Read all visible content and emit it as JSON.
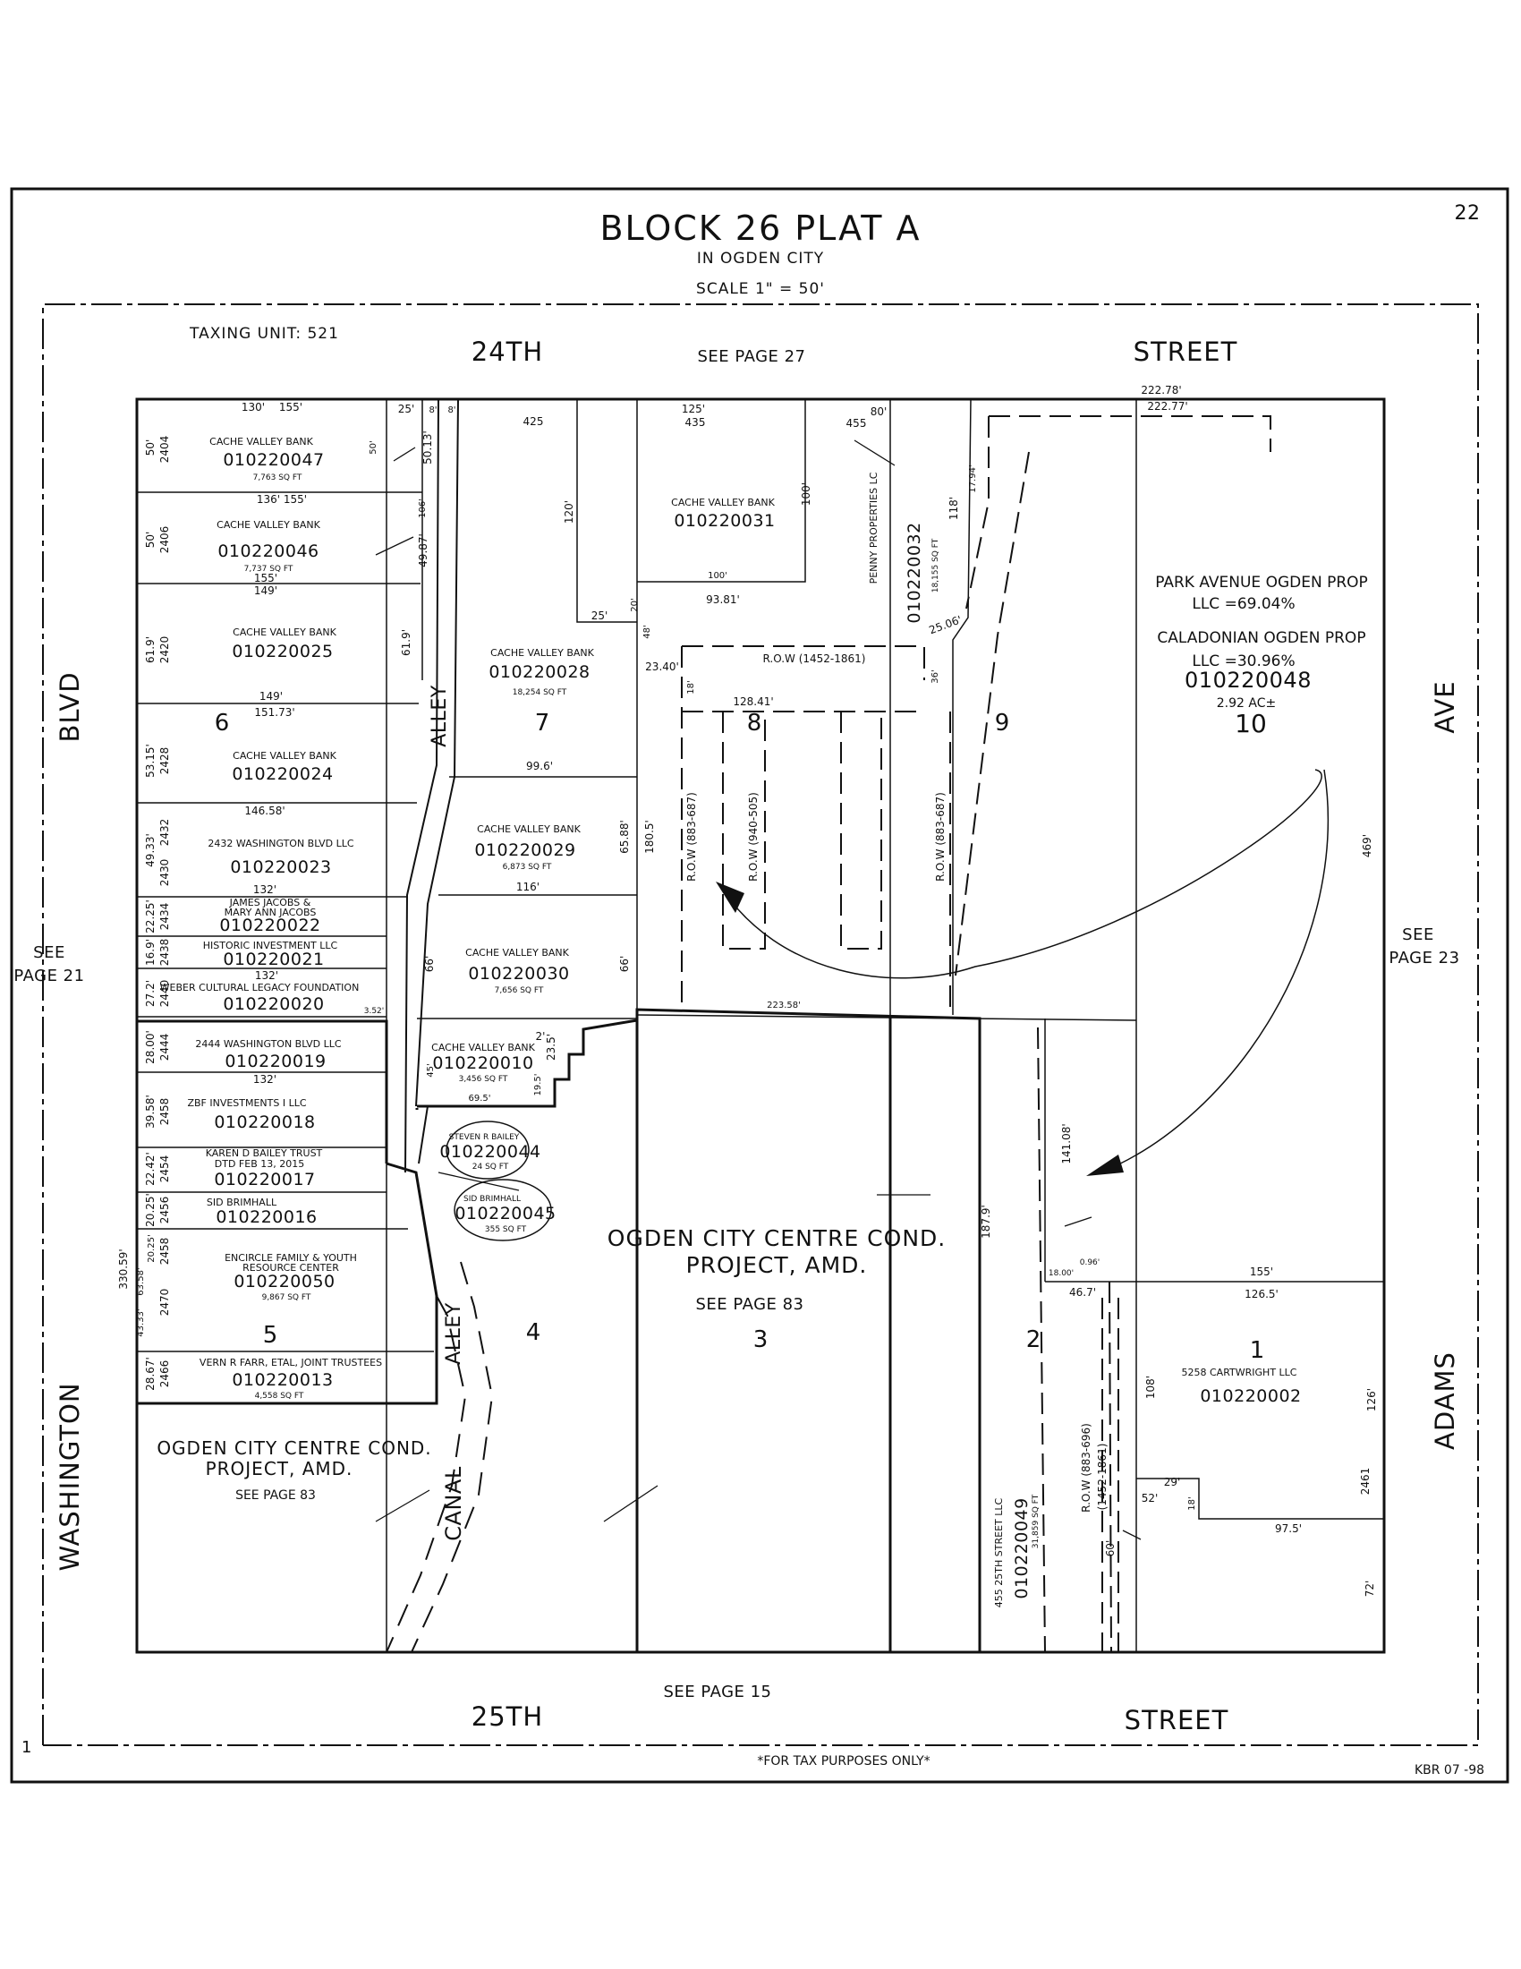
{
  "title": "BLOCK 26 PLAT A",
  "subtitle": "IN OGDEN CITY",
  "scale": "SCALE 1\" = 50'",
  "page_number": "22",
  "taxing_unit": "TAXING UNIT: 521",
  "footer_note": "*FOR TAX PURPOSES ONLY*",
  "drafter": "KBR 07 -98",
  "corner_mark": "1",
  "streets": {
    "north_a": "24TH",
    "north_b": "STREET",
    "south_a": "25TH",
    "south_b": "STREET",
    "west_a": "BLVD",
    "west_b": "WASHINGTON",
    "east_a": "AVE",
    "east_b": "ADAMS",
    "alley": "ALLEY",
    "canal": "CANAL"
  },
  "page_refs": {
    "north": "SEE PAGE 27",
    "south": "SEE PAGE 15",
    "west_1": "SEE",
    "west_2": "PAGE 21",
    "east_1": "SEE",
    "east_2": "PAGE 23"
  },
  "lots": [
    "1",
    "2",
    "3",
    "4",
    "5",
    "6",
    "7",
    "8",
    "9",
    "10"
  ],
  "parcels": [
    {
      "owner": "CACHE VALLEY BANK",
      "id": "010220047",
      "area": "7,763 SQ FT",
      "addr": "2404"
    },
    {
      "owner": "CACHE VALLEY BANK",
      "id": "010220046",
      "area": "7,737 SQ FT",
      "addr": "2406"
    },
    {
      "owner": "CACHE VALLEY BANK",
      "id": "010220025",
      "area": "",
      "addr": "2420"
    },
    {
      "owner": "CACHE VALLEY BANK",
      "id": "010220024",
      "area": "",
      "addr": "2428"
    },
    {
      "owner": "2432 WASHINGTON BLVD LLC",
      "id": "010220023",
      "area": "",
      "addr": "2432",
      "addr2": "2430"
    },
    {
      "owner": "JAMES JACOBS &",
      "owner2": "MARY ANN JACOBS",
      "id": "010220022",
      "area": "",
      "addr": "2434"
    },
    {
      "owner": "HISTORIC INVESTMENT LLC",
      "id": "010220021",
      "area": "",
      "addr": "2438"
    },
    {
      "owner": "WEBER CULTURAL LEGACY FOUNDATION",
      "id": "010220020",
      "area": "",
      "addr": "2440"
    },
    {
      "owner": "2444 WASHINGTON BLVD LLC",
      "id": "010220019",
      "area": "",
      "addr": "2444"
    },
    {
      "owner": "ZBF INVESTMENTS I LLC",
      "id": "010220018",
      "area": "",
      "addr": "2458"
    },
    {
      "owner": "KAREN D BAILEY TRUST",
      "owner2": "DTD FEB 13, 2015",
      "id": "010220017",
      "area": "",
      "addr": "2454"
    },
    {
      "owner": "SID BRIMHALL",
      "id": "010220016",
      "area": "",
      "addr": "2456"
    },
    {
      "owner": "ENCIRCLE FAMILY & YOUTH",
      "owner2": "RESOURCE CENTER",
      "id": "010220050",
      "area": "9,867 SQ FT",
      "addr": "2458",
      "addr2": "2470"
    },
    {
      "owner": "VERN R FARR, ETAL, JOINT TRUSTEES",
      "id": "010220013",
      "area": "4,558 SQ FT",
      "addr": "2466"
    },
    {
      "owner": "CACHE VALLEY BANK",
      "id": "010220028",
      "area": "18,254 SQ FT"
    },
    {
      "owner": "CACHE VALLEY BANK",
      "id": "010220029",
      "area": "6,873 SQ FT"
    },
    {
      "owner": "CACHE VALLEY BANK",
      "id": "010220030",
      "area": "7,656 SQ FT"
    },
    {
      "owner": "CACHE VALLEY BANK",
      "id": "010220010",
      "area": "3,456 SQ FT"
    },
    {
      "owner": "STEVEN R BAILEY",
      "id": "010220044",
      "area": "24 SQ FT"
    },
    {
      "owner": "SID BRIMHALL",
      "id": "010220045",
      "area": "355 SQ FT"
    },
    {
      "owner": "CACHE VALLEY BANK",
      "id": "010220031",
      "area": ""
    },
    {
      "owner": "PENNY PROPERTIES LC",
      "id": "010220032",
      "area": "18,155 SQ FT"
    },
    {
      "owner": "PARK AVENUE OGDEN PROP",
      "owner2": "LLC =69.04%",
      "owner3": "CALADONIAN OGDEN PROP",
      "owner4": "LLC =30.96%",
      "id": "010220048",
      "area": "2.92 AC±"
    },
    {
      "owner": "5258 CARTWRIGHT LLC",
      "id": "010220002",
      "area": "",
      "addr": "2461"
    },
    {
      "owner": "455 25TH STREET LLC",
      "id": "010220049",
      "area": "31,859 SQ FT"
    }
  ],
  "condo": {
    "line1": "OGDEN CITY CENTRE COND.",
    "line2": "PROJECT, AMD.",
    "ref": "SEE PAGE 83"
  },
  "row_labels": {
    "r1": "R.O.W (1452-1861)",
    "r2": "R.O.W (883-687)",
    "r3": "R.O.W (940-505)",
    "r4": "R.O.W (883-687)",
    "r5a": "R.O.W (883-696)",
    "r5b": "(1452-1861)"
  },
  "dims": {
    "d130": "130'",
    "d155a": "155'",
    "d25": "25'",
    "d8a": "8'",
    "d8b": "8'",
    "d50a": "50'",
    "d5013": "50.13'",
    "d50b": "50'",
    "d136": "136'",
    "d155b": "155'",
    "d106": "106'",
    "d4987": "49.87'",
    "d50c": "50'",
    "d155c": "155'",
    "d149a": "149'",
    "d619a": "61.9'",
    "d619b": "61.9'",
    "d149b": "149'",
    "d15173": "151.73'",
    "d5315": "53.15'",
    "d14658": "146.58'",
    "d4933": "49.33'",
    "d132a": "132'",
    "d2225": "22.25'",
    "d169": "16.9'",
    "d132b": "132'",
    "d272": "27.2'",
    "d352": "3.52'",
    "d2800": "28.00'",
    "d132c": "132'",
    "d3958": "39.58'",
    "d2242": "22.42'",
    "d2025": "20.25'",
    "d2025b": "20.25'",
    "d6358": "63.58'",
    "d4333": "43.33'",
    "d33059": "330.59'",
    "d2867": "28.67'",
    "d425": "425",
    "d125": "125'",
    "d435": "435",
    "d80": "80'",
    "d455": "455",
    "d120": "120'",
    "d100a": "100'",
    "d100b": "100'",
    "d9381": "93.81'",
    "d25b": "25'",
    "d20": "20'",
    "d48": "48'",
    "d2340": "23.40'",
    "d18a": "18'",
    "d12841": "128.41'",
    "d36": "36'",
    "d1794": "17.94'",
    "d118": "118'",
    "d2506": "25.06'",
    "d22278": "222.78'",
    "d22277": "222.77'",
    "d996": "99.6'",
    "d6588": "65.88'",
    "d1805": "180.5'",
    "d116": "116'",
    "d66a": "66'",
    "d66b": "66'",
    "d22358": "223.58'",
    "d2": "2'",
    "d235": "23.5'",
    "d45": "45'",
    "d195": "19.5'",
    "d695": "69.5'",
    "d469": "469'",
    "d14108": "141.08'",
    "d1879": "187.9'",
    "d1800": "18.00'",
    "d096": "0.96'",
    "d467": "46.7'",
    "d155d": "155'",
    "d1265": "126.5'",
    "d108": "108'",
    "d126": "126'",
    "d29": "29'",
    "d52": "52'",
    "d18b": "18'",
    "d975": "97.5'",
    "d60": "60'",
    "d72": "72'"
  }
}
